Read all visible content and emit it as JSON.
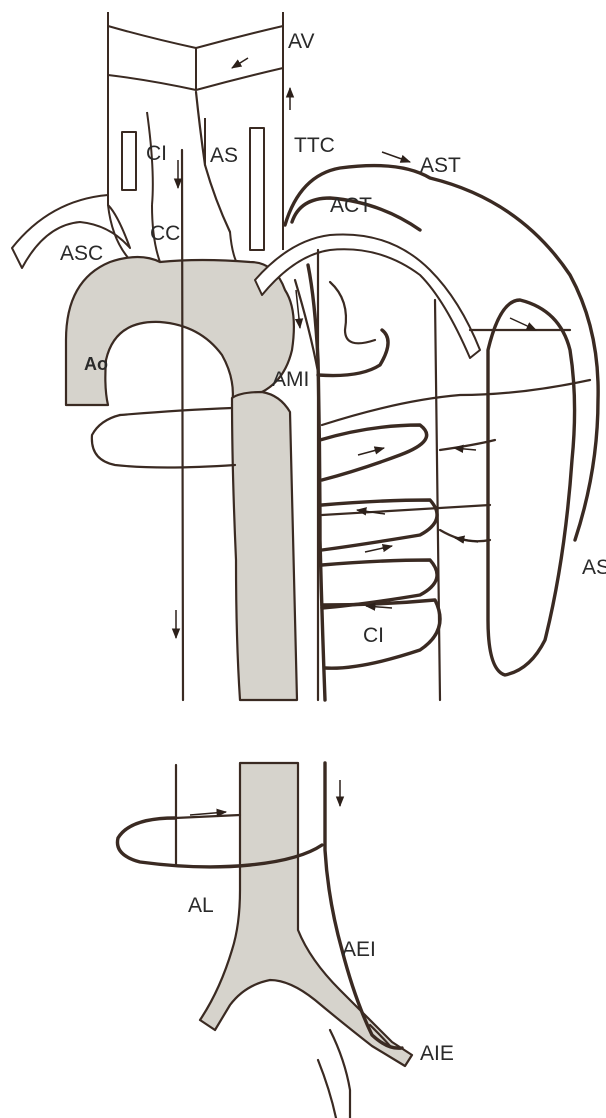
{
  "labels": {
    "av": "AV",
    "ttc": "TTC",
    "ast": "AST",
    "act": "ACT",
    "ci_top": "CI",
    "as_top": "AS",
    "cc": "CC",
    "asc": "ASC",
    "ao": "Ao",
    "ami": "AMI",
    "as_right": "AS",
    "ci_bottom": "CI",
    "al": "AL",
    "aei": "AEI",
    "aie": "AIE"
  },
  "colors": {
    "vessel": "#3a2a22",
    "aorta_fill": "#d6d3cc",
    "background": "#ffffff"
  }
}
